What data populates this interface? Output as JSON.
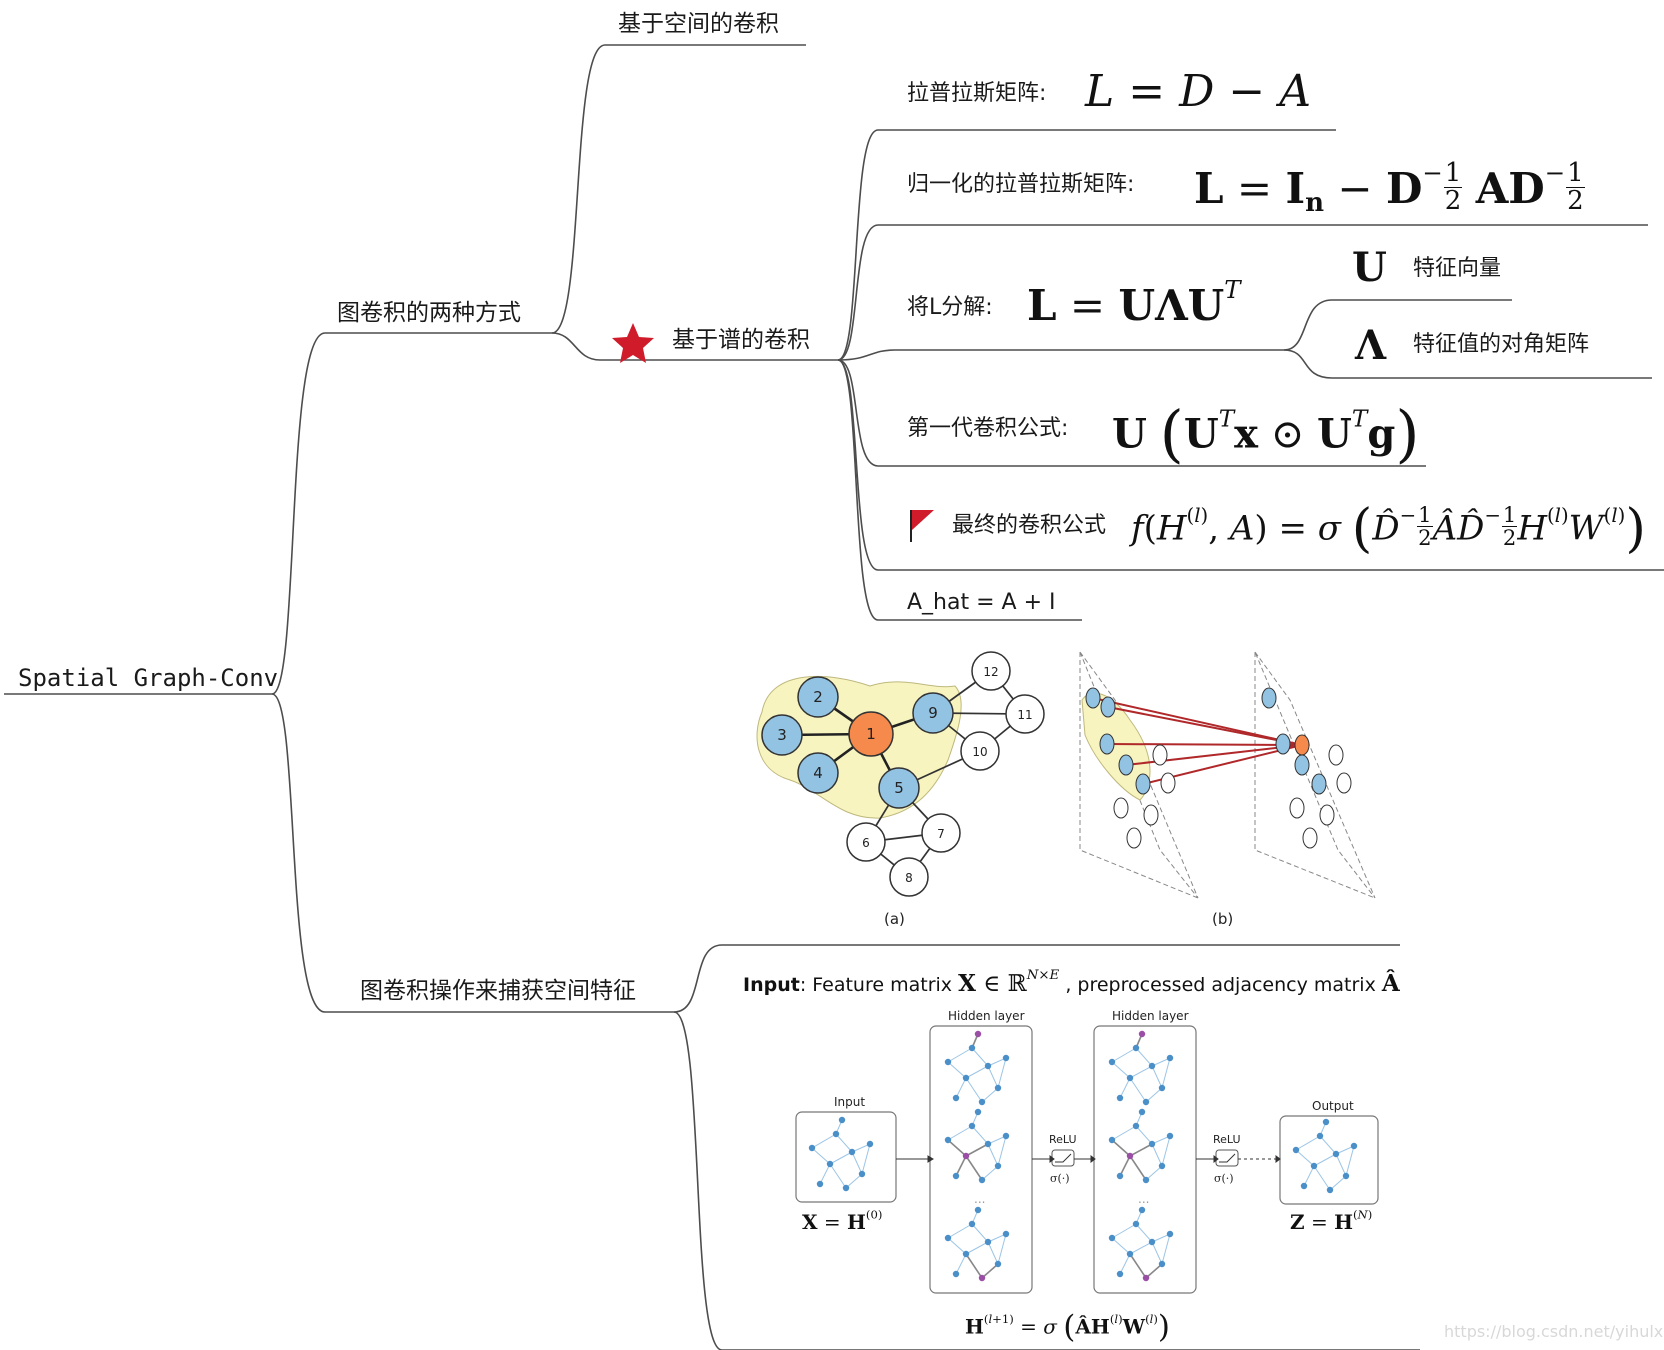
{
  "root": {
    "label": "Spatial Graph-Conv"
  },
  "branch_two_ways": {
    "label": "图卷积的两种方式",
    "children": {
      "spatial": "基于空间的卷积",
      "spectral": "基于谱的卷积"
    }
  },
  "spectral_items": {
    "laplacian": {
      "label": "拉普拉斯矩阵:",
      "formula": "L = D − A"
    },
    "normalized": {
      "label": "归一化的拉普拉斯矩阵:",
      "formula": "L = I_n − D^{-1/2} A D^{-1/2}"
    },
    "decompose": {
      "label": "将L分解:",
      "formula": "L = UΛU^T",
      "sub": [
        {
          "symbol": "U",
          "label": "特征向量"
        },
        {
          "symbol": "Λ",
          "label": "特征值的对角矩阵"
        }
      ]
    },
    "first_gen": {
      "label": "第一代卷积公式:",
      "formula": "U(U^T x ⊙ U^T g)"
    },
    "final": {
      "label": "最终的卷积公式",
      "formula": "f(H^(l),A) = σ(D̂^{-1/2} Â D̂^{-1/2} H^(l) W^(l))"
    },
    "ahat": {
      "label": "A_hat = A + I"
    }
  },
  "branch_capture": {
    "label": "图卷积操作来捕获空间特征"
  },
  "figure_graph": {
    "nodes": [
      "1",
      "2",
      "3",
      "4",
      "5",
      "6",
      "7",
      "8",
      "9",
      "10",
      "11",
      "12"
    ],
    "caption_a": "(a)",
    "caption_b": "(b)"
  },
  "figure_gcn": {
    "input_prefix": "Input",
    "input_text": ": Feature matrix",
    "input_math": "X ∈ ℝ^{N×E}",
    "input_mid": ", preprocessed adjacency matrix",
    "input_math2": "Â",
    "panel_input": "Input",
    "panel_hidden1": "Hidden layer",
    "panel_hidden2": "Hidden layer",
    "panel_output": "Output",
    "relu1": "ReLU",
    "relu2": "ReLU",
    "sigma1": "σ(·)",
    "sigma2": "σ(·)",
    "x_eq": "X = H(0)",
    "z_eq": "Z = H(N)",
    "update_eq": "H(l+1) = σ(ÂH(l)W(l))",
    "dots": "..."
  },
  "watermark": "https://blog.csdn.net/yihulxing",
  "colors": {
    "line": "#4d4d4d",
    "star": "#d01b2a",
    "flag": "#d01b2a",
    "node_blue": "#93c3e3",
    "node_orange": "#f58a4c",
    "hull": "#f7f4c0",
    "edge_red": "#b0282a",
    "gcn_node": "#4a8fc7",
    "gcn_purple": "#9b4ea6"
  }
}
